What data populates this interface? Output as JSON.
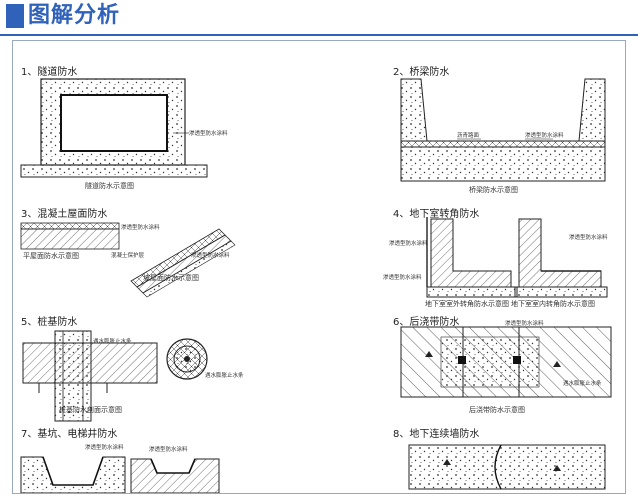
{
  "header": {
    "title": "图解分析"
  },
  "sections": [
    {
      "label": "1、隧道防水",
      "caption": "隧道防水示意图",
      "note": "渗透型防水涂料"
    },
    {
      "label": "2、桥梁防水",
      "caption": "桥梁防水示意图",
      "note_a": "沥青路面",
      "note_b": "渗透型防水涂料"
    },
    {
      "label": "3、混凝土屋面防水",
      "caption_a": "平屋面防水示意图",
      "caption_b": "坡屋面防水示意图",
      "note_a": "渗透型防水涂料",
      "note_b": "混凝土保护层",
      "note_c": "渗透型防水涂料"
    },
    {
      "label": "4、地下室转角防水",
      "caption_a": "地下室室外转角防水示意图",
      "caption_b": "地下室室内转角防水示意图",
      "note_a": "渗透型防水涂料",
      "note_b": "渗透型防水涂料",
      "note_c": "渗透型防水涂料"
    },
    {
      "label": "5、桩基防水",
      "caption": "桩基防水剖面示意图",
      "note_a": "遇水膨胀止水条",
      "note_b": "遇水膨胀止水条"
    },
    {
      "label": "6、后浇带防水",
      "caption": "后浇带防水示意图",
      "note_a": "渗透型防水涂料",
      "note_b": "遇水膨胀止水条"
    },
    {
      "label": "7、基坑、电梯井防水",
      "note_a": "渗透型防水涂料",
      "note_b": "渗透型防水涂料"
    },
    {
      "label": "8、地下连续墙防水"
    }
  ]
}
